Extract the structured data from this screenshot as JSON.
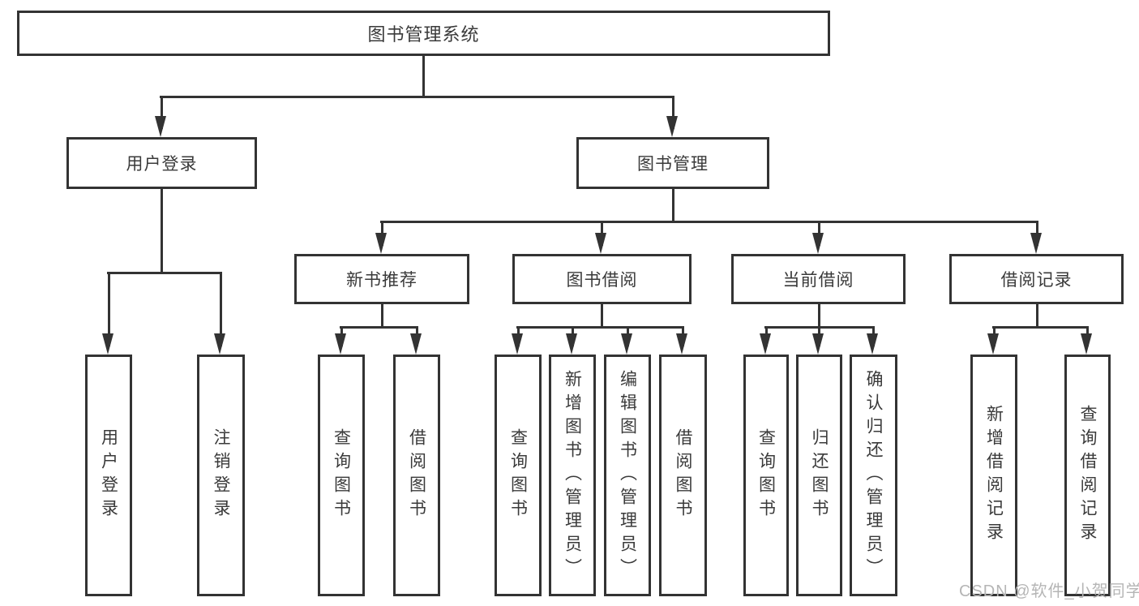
{
  "nodes": {
    "root": {
      "label": "图书管理系统"
    },
    "user_login": {
      "label": "用户登录"
    },
    "book_mgmt": {
      "label": "图书管理"
    },
    "new_book_rec": {
      "label": "新书推荐"
    },
    "book_borrow": {
      "label": "图书借阅"
    },
    "current_borrow": {
      "label": "当前借阅"
    },
    "borrow_records": {
      "label": "借阅记录"
    },
    "leaf_user_login": {
      "label": "用户登录"
    },
    "leaf_logout": {
      "label": "注销登录"
    },
    "leaf_nbr_query": {
      "label": "查询图书"
    },
    "leaf_nbr_borrow": {
      "label": "借阅图书"
    },
    "leaf_bb_query": {
      "label": "查询图书"
    },
    "leaf_bb_add": {
      "label": "新增图书（管理员）"
    },
    "leaf_bb_edit": {
      "label": "编辑图书（管理员）"
    },
    "leaf_bb_borrow": {
      "label": "借阅图书"
    },
    "leaf_cb_query": {
      "label": "查询图书"
    },
    "leaf_cb_return": {
      "label": "归还图书"
    },
    "leaf_cb_confirm": {
      "label": "确认归还（管理员）"
    },
    "leaf_br_add": {
      "label": "新增借阅记录"
    },
    "leaf_br_query": {
      "label": "查询借阅记录"
    }
  },
  "structure": {
    "root": [
      "user_login",
      "book_mgmt"
    ],
    "user_login": [
      "leaf_user_login",
      "leaf_logout"
    ],
    "book_mgmt": [
      "new_book_rec",
      "book_borrow",
      "current_borrow",
      "borrow_records"
    ],
    "new_book_rec": [
      "leaf_nbr_query",
      "leaf_nbr_borrow"
    ],
    "book_borrow": [
      "leaf_bb_query",
      "leaf_bb_add",
      "leaf_bb_edit",
      "leaf_bb_borrow"
    ],
    "current_borrow": [
      "leaf_cb_query",
      "leaf_cb_return",
      "leaf_cb_confirm"
    ],
    "borrow_records": [
      "leaf_br_add",
      "leaf_br_query"
    ]
  },
  "watermark": {
    "text": "CSDN @软件_小贺同学"
  },
  "colors": {
    "line": "#333333",
    "text": "#3a3a3a",
    "background": "#ffffff",
    "watermark": "#b5b5b5"
  }
}
